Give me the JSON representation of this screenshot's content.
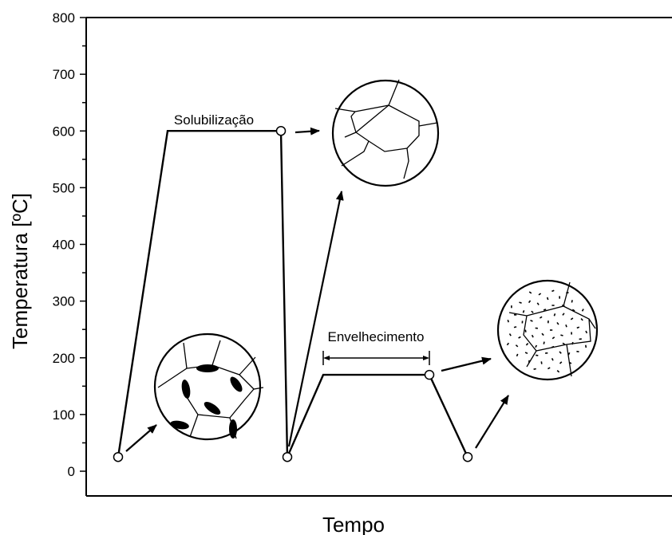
{
  "chart_data": {
    "type": "line",
    "xlabel": "Tempo",
    "ylabel": "Temperatura [ºC]",
    "ylim": [
      0,
      800
    ],
    "yticks": [
      0,
      100,
      200,
      300,
      400,
      500,
      600,
      700,
      800
    ],
    "series": [
      {
        "temperature": [
          25,
          600,
          600,
          25,
          170,
          170,
          25
        ]
      }
    ],
    "annotations": {
      "solubilization": "Solubilização",
      "aging": "Envelhecimento"
    }
  },
  "colors": {
    "line": "#000000",
    "background": "#ffffff"
  }
}
